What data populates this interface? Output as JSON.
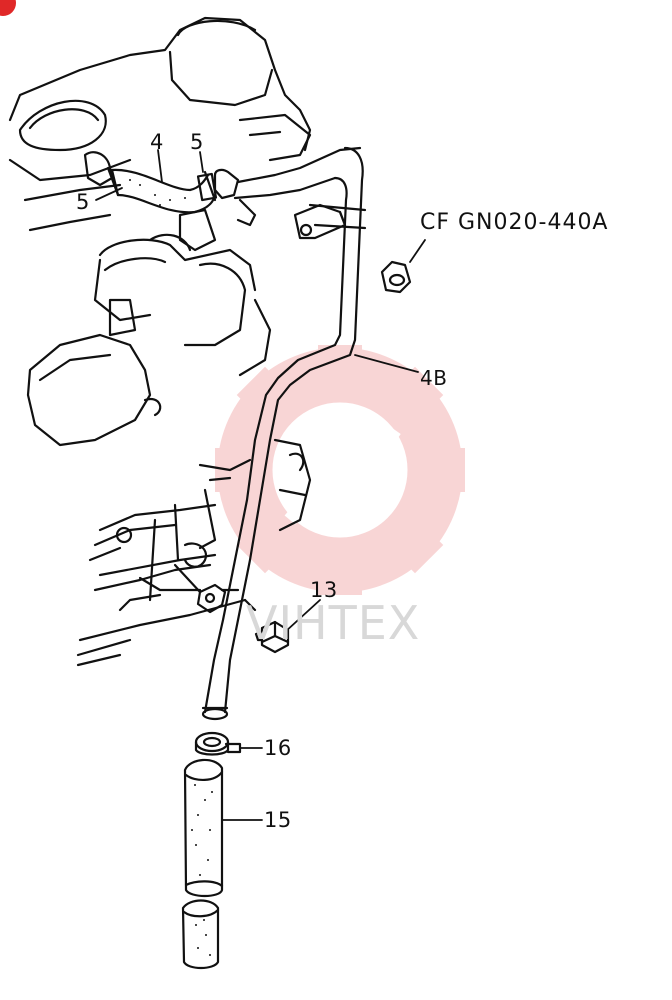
{
  "labels": {
    "hose_top": "4",
    "clamp_upper_right": "5",
    "clamp_left": "5",
    "pipe": "4B",
    "bolt": "13",
    "clamp_lower": "16",
    "hose_lower": "15",
    "cross_reference": "CF GN020-440A"
  },
  "watermark": {
    "text": "VIHTEX",
    "color": "#f2b8b8"
  },
  "colors": {
    "line": "#111111",
    "background": "#ffffff",
    "corner_badge": "#e02828"
  }
}
